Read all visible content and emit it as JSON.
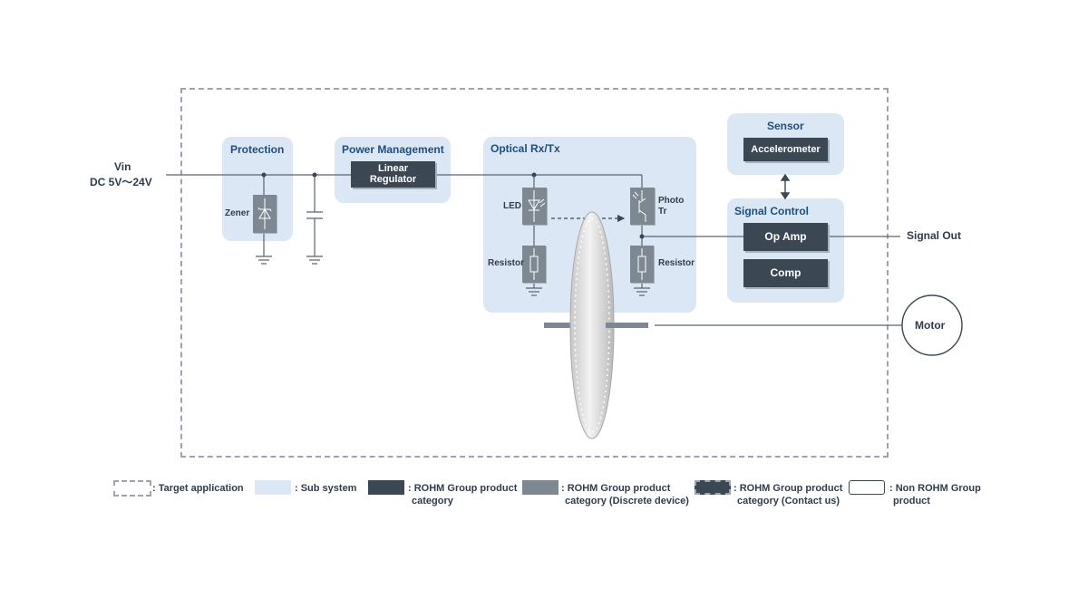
{
  "input": {
    "vin": "Vin",
    "dc_range": "DC 5V〜24V"
  },
  "subsystems": {
    "protection": {
      "title": "Protection",
      "zener_label": "Zener"
    },
    "power": {
      "title": "Power Management",
      "regulator_line1": "Linear",
      "regulator_line2": "Regulator"
    },
    "optical": {
      "title": "Optical Rx/Tx",
      "led_label": "LED",
      "resistor_left": "Resistor",
      "photo_line1": "Photo",
      "photo_line2": "Tr",
      "resistor_right": "Resistor"
    },
    "sensor": {
      "title": "Sensor",
      "accelerometer": "Accelerometer"
    },
    "signal_control": {
      "title": "Signal Control",
      "op_amp": "Op Amp",
      "comp": "Comp"
    }
  },
  "output": {
    "signal_out": "Signal Out",
    "motor": "Motor"
  },
  "legend": {
    "target": ": Target application",
    "sub": ": Sub system",
    "rohm_line1": ": ROHM Group product",
    "rohm_line2": "category",
    "discrete_line1": ": ROHM Group product",
    "discrete_line2": "category (Discrete device)",
    "contact_line1": ": ROHM Group product",
    "contact_line2": "category (Contact us)",
    "non_line1": ": Non ROHM Group",
    "non_line2": "product"
  },
  "colors": {
    "subsystem_fill": "#dbe7f4",
    "rohm_product": "#3b4752",
    "discrete": "#7d8892",
    "border_dash": "#9ea3b3"
  }
}
